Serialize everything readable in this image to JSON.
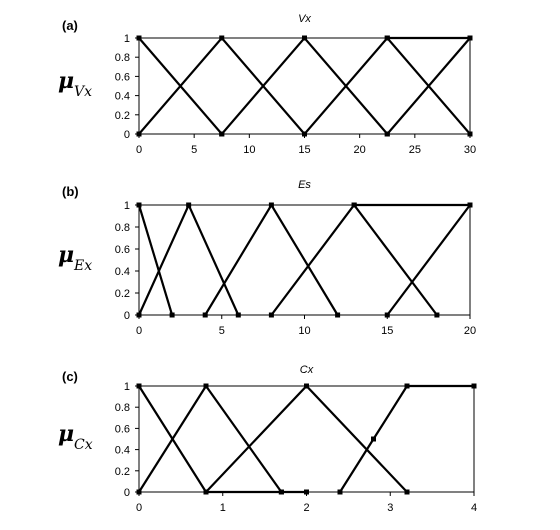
{
  "chart_data": [
    {
      "type": "line",
      "panel_label": "(a)",
      "title": "Vx",
      "ylabel_symbol": "μ",
      "ylabel_sub": "Vx",
      "xlim": [
        0,
        30
      ],
      "ylim": [
        0,
        1
      ],
      "xticks": [
        "0",
        "5",
        "10",
        "15",
        "20",
        "25",
        "30"
      ],
      "xtick_values": [
        0,
        5,
        10,
        15,
        20,
        25,
        30
      ],
      "yticks": [
        "0",
        "0.2",
        "0.4",
        "0.6",
        "0.8",
        "1"
      ],
      "ytick_values": [
        0,
        0.2,
        0.4,
        0.6,
        0.8,
        1
      ],
      "series": [
        {
          "x": [
            0,
            7.5
          ],
          "y": [
            1,
            0
          ]
        },
        {
          "x": [
            0,
            7.5,
            15
          ],
          "y": [
            0,
            1,
            0
          ]
        },
        {
          "x": [
            7.5,
            15,
            22.5
          ],
          "y": [
            0,
            1,
            0
          ]
        },
        {
          "x": [
            15,
            22.5,
            30
          ],
          "y": [
            0,
            1,
            0
          ]
        },
        {
          "x": [
            22.5,
            30
          ],
          "y": [
            0,
            1
          ]
        },
        {
          "x": [
            22.5,
            30
          ],
          "y": [
            1,
            1
          ]
        }
      ]
    },
    {
      "type": "line",
      "panel_label": "(b)",
      "title": "Es",
      "ylabel_symbol": "μ",
      "ylabel_sub": "Ex",
      "xlim": [
        0,
        20
      ],
      "ylim": [
        0,
        1
      ],
      "xticks": [
        "0",
        "5",
        "10",
        "15",
        "20"
      ],
      "xtick_values": [
        0,
        5,
        10,
        15,
        20
      ],
      "yticks": [
        "0",
        "0.2",
        "0.4",
        "0.6",
        "0.8",
        "1"
      ],
      "ytick_values": [
        0,
        0.2,
        0.4,
        0.6,
        0.8,
        1
      ],
      "series": [
        {
          "x": [
            0,
            2
          ],
          "y": [
            1,
            0
          ]
        },
        {
          "x": [
            0,
            3,
            6
          ],
          "y": [
            0,
            1,
            0
          ]
        },
        {
          "x": [
            4,
            8,
            12
          ],
          "y": [
            0,
            1,
            0
          ]
        },
        {
          "x": [
            8,
            13,
            18
          ],
          "y": [
            0,
            1,
            0
          ]
        },
        {
          "x": [
            15,
            20
          ],
          "y": [
            0,
            1
          ]
        },
        {
          "x": [
            13,
            20
          ],
          "y": [
            1,
            1
          ]
        }
      ]
    },
    {
      "type": "line",
      "panel_label": "(c)",
      "title": "Cx",
      "ylabel_symbol": "μ",
      "ylabel_sub": "Cx",
      "xlim": [
        0,
        4
      ],
      "ylim": [
        0,
        1
      ],
      "xticks": [
        "0",
        "1",
        "2",
        "3",
        "4"
      ],
      "xtick_values": [
        0,
        1,
        2,
        3,
        4
      ],
      "yticks": [
        "0",
        "0.2",
        "0.4",
        "0.6",
        "0.8",
        "1"
      ],
      "ytick_values": [
        0,
        0.2,
        0.4,
        0.6,
        0.8,
        1
      ],
      "series": [
        {
          "x": [
            0,
            0.8
          ],
          "y": [
            0,
            1
          ]
        },
        {
          "x": [
            0,
            0.8,
            1.7
          ],
          "y": [
            1,
            0,
            0
          ]
        },
        {
          "x": [
            0.8,
            2,
            3.2
          ],
          "y": [
            0,
            1,
            0
          ]
        },
        {
          "x": [
            0.8,
            1.7,
            2
          ],
          "y": [
            1,
            0,
            0
          ]
        },
        {
          "x": [
            2.4,
            2.8,
            3.2,
            4
          ],
          "y": [
            0,
            0.5,
            1,
            1
          ]
        }
      ]
    }
  ]
}
